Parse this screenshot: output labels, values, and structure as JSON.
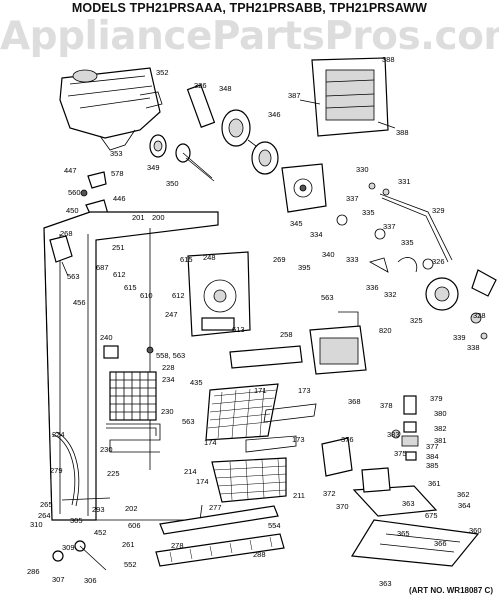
{
  "title": "MODELS TPH21PRSAAA, TPH21PRSABB, TPH21PRSAWW",
  "watermark": "AppliancePartsPros.com",
  "art_number": "(ART NO. WR18087 C)",
  "colors": {
    "line": "#000000",
    "shading": "#d8d8d8",
    "watermark": "#969696"
  },
  "parts": {
    "p352": "352",
    "p326": "326",
    "p348": "348",
    "p346": "346",
    "p387": "387",
    "p388a": "388",
    "p388b": "388",
    "p353": "353",
    "p349": "349",
    "p350": "350",
    "p447": "447",
    "p578": "578",
    "p560": "560",
    "p446": "446",
    "p450": "450",
    "p330": "330",
    "p331": "331",
    "p345": "345",
    "p337a": "337",
    "p337b": "337",
    "p329": "329",
    "p201": "201",
    "p200": "200",
    "p334": "334",
    "p335a": "335",
    "p335b": "335",
    "p268": "268",
    "p251": "251",
    "p340": "340",
    "p333": "333",
    "p687": "687",
    "p612a": "612",
    "p615a": "615",
    "p248": "248",
    "p269": "269",
    "p395": "395",
    "p563a": "563",
    "p615b": "615",
    "p610": "610",
    "p612b": "612",
    "p336": "336",
    "p332": "332",
    "p326b": "326",
    "p456": "456",
    "p563b": "563",
    "p247": "247",
    "p328": "328",
    "p325": "325",
    "p613": "613",
    "p258": "258",
    "p820": "820",
    "p339": "339",
    "p338": "338",
    "p240": "240",
    "p558_563": "558, 563",
    "p228": "228",
    "p234": "234",
    "p435": "435",
    "p171": "171",
    "p173a": "173",
    "p368": "368",
    "p378": "378",
    "p379": "379",
    "p380": "380",
    "p230a": "230",
    "p563c": "563",
    "p174a": "174",
    "p382": "382",
    "p383": "383",
    "p381": "381",
    "p376": "376",
    "p375": "375",
    "p224": "224",
    "p230b": "230",
    "p173b": "173",
    "p377": "377",
    "p384": "384",
    "p385": "385",
    "p214": "214",
    "p174b": "174",
    "p211": "211",
    "p372": "372",
    "p361": "361",
    "p279": "279",
    "p225": "225",
    "p362": "362",
    "p364": "364",
    "p370": "370",
    "p363a": "363",
    "p265": "265",
    "p264": "264",
    "p293": "293",
    "p202": "202",
    "p277": "277",
    "p675": "675",
    "p310": "310",
    "p305": "305",
    "p606": "606",
    "p554": "554",
    "p360": "360",
    "p452": "452",
    "p261": "261",
    "p278": "278",
    "p365": "365",
    "p309": "309",
    "p288": "288",
    "p366": "366",
    "p286": "286",
    "p552": "552",
    "p307": "307",
    "p306": "306",
    "p363b": "363"
  }
}
